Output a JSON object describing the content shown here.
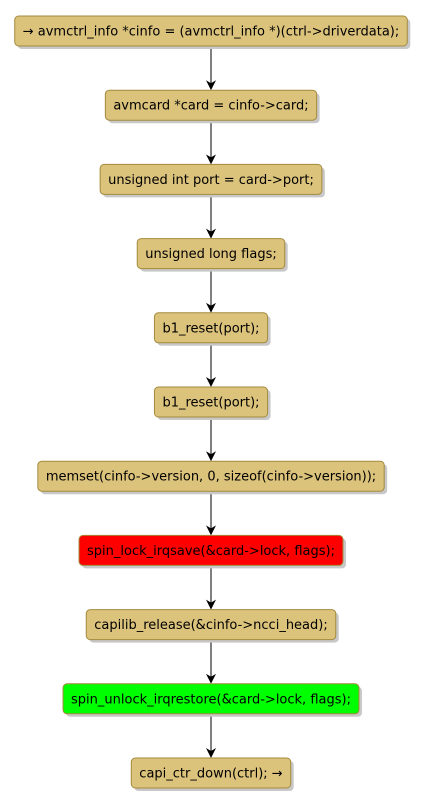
{
  "diagram": {
    "colors": {
      "default_fill": "#dcc37c",
      "default_stroke": "#a48a3c",
      "shadow": "#c8c8c8",
      "arrow": "#000000",
      "text": "#000000"
    },
    "nodes": [
      {
        "id": "n1",
        "label": "→ avmctrl_info *cinfo = (avmctrl_info *)(ctrl->driverdata);",
        "fill": "#dcc37c"
      },
      {
        "id": "n2",
        "label": "avmcard *card = cinfo->card;",
        "fill": "#dcc37c"
      },
      {
        "id": "n3",
        "label": "unsigned int port = card->port;",
        "fill": "#dcc37c"
      },
      {
        "id": "n4",
        "label": "unsigned long flags;",
        "fill": "#dcc37c"
      },
      {
        "id": "n5",
        "label": "b1_reset(port);",
        "fill": "#dcc37c"
      },
      {
        "id": "n6",
        "label": "b1_reset(port);",
        "fill": "#dcc37c"
      },
      {
        "id": "n7",
        "label": "memset(cinfo->version, 0, sizeof(cinfo->version));",
        "fill": "#dcc37c"
      },
      {
        "id": "n8",
        "label": "spin_lock_irqsave(&card->lock, flags);",
        "fill": "#ff0000"
      },
      {
        "id": "n9",
        "label": "capilib_release(&cinfo->ncci_head);",
        "fill": "#dcc37c"
      },
      {
        "id": "n10",
        "label": "spin_unlock_irqrestore(&card->lock, flags);",
        "fill": "#00ff00"
      },
      {
        "id": "n11",
        "label": "capi_ctr_down(ctrl); →",
        "fill": "#dcc37c"
      }
    ],
    "edges": [
      {
        "from": "n1",
        "to": "n2"
      },
      {
        "from": "n2",
        "to": "n3"
      },
      {
        "from": "n3",
        "to": "n4"
      },
      {
        "from": "n4",
        "to": "n5"
      },
      {
        "from": "n5",
        "to": "n6"
      },
      {
        "from": "n6",
        "to": "n7"
      },
      {
        "from": "n7",
        "to": "n8"
      },
      {
        "from": "n8",
        "to": "n9"
      },
      {
        "from": "n9",
        "to": "n10"
      },
      {
        "from": "n10",
        "to": "n11"
      }
    ]
  }
}
